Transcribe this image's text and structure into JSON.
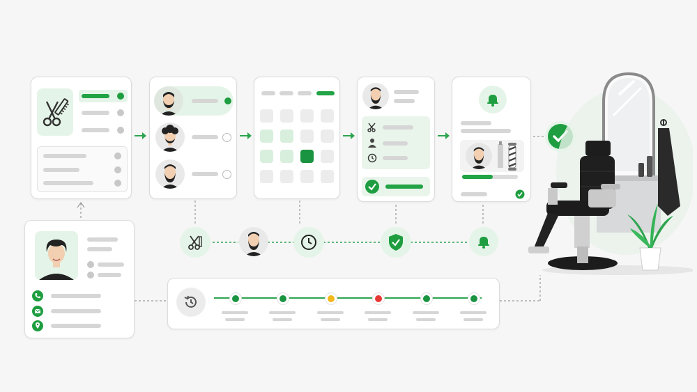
{
  "colors": {
    "accent": "#22a346",
    "accent_dark": "#1a9440",
    "accent_light": "#e5f4e8",
    "neutral_bar": "#d6d6d6",
    "warning": "#f2b81c",
    "error": "#e53935"
  },
  "steps": [
    {
      "id": "service",
      "icon": "scissors-comb-icon"
    },
    {
      "id": "barber",
      "icon": "barber-avatar-icon"
    },
    {
      "id": "schedule",
      "icon": "calendar-grid-icon"
    },
    {
      "id": "confirm",
      "icon": "checklist-icon"
    },
    {
      "id": "notify",
      "icon": "bell-icon"
    }
  ],
  "barber_options": [
    {
      "selected": true
    },
    {
      "selected": false
    },
    {
      "selected": false
    }
  ],
  "calendar": {
    "rows": 4,
    "cols": 4,
    "highlighted_cells": [
      [
        1,
        0
      ],
      [
        1,
        1
      ],
      [
        2,
        0
      ],
      [
        2,
        1
      ]
    ],
    "selected_cell": [
      2,
      2
    ]
  },
  "icon_row": [
    "scissors-icon",
    "barber-avatar-icon",
    "clock-icon",
    "shield-check-icon",
    "bell-icon"
  ],
  "client_profile": {
    "contact_icons": [
      "phone-icon",
      "email-icon",
      "location-pin-icon"
    ]
  },
  "history_timeline": {
    "icon": "history-icon",
    "points": [
      {
        "status": "done"
      },
      {
        "status": "done"
      },
      {
        "status": "pending"
      },
      {
        "status": "cancelled"
      },
      {
        "status": "done"
      },
      {
        "status": "done"
      }
    ]
  },
  "notification": {
    "progress": 0.55
  },
  "final_state": {
    "icon": "check-circle-icon"
  }
}
